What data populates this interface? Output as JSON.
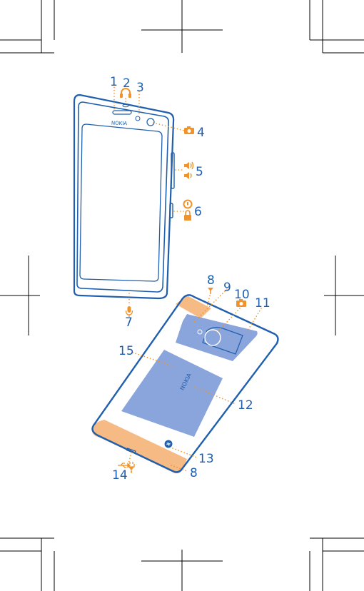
{
  "labels": {
    "c1": "1",
    "c2": "2",
    "c3": "3",
    "c4": "4",
    "c5": "5",
    "c6": "6",
    "c7": "7",
    "c8a": "8",
    "c8b": "8",
    "c9": "9",
    "c10": "10",
    "c11": "11",
    "c12": "12",
    "c13": "13",
    "c14": "14",
    "c15": "15"
  },
  "brand": {
    "front": "NOKIA",
    "back": "NOKIA"
  },
  "colors": {
    "outline": "#1f5fae",
    "accent": "#f0932b",
    "fill": "#8aa4dc",
    "band": "#f6ba85"
  },
  "icons": {
    "headset": "headset-icon",
    "camera": "camera-icon",
    "volume": "volume-icon",
    "power": "power-icon",
    "lock": "lock-icon",
    "microphone": "microphone-icon",
    "antenna": "antenna-icon",
    "nfc": "nfc-icon",
    "usb": "usb-icon",
    "charge": "charge-icon"
  }
}
